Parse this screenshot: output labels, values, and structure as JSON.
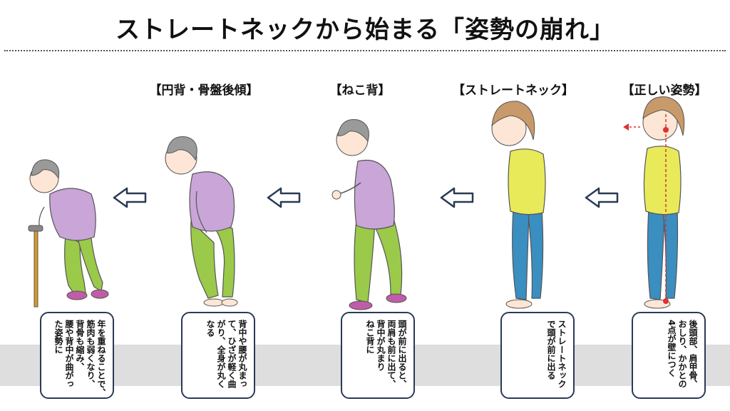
{
  "title": "ストレートネックから始まる「姿勢の崩れ」",
  "stages": [
    {
      "heading": "【円背・骨盤後傾】",
      "caption": "年を重ねることで、\n筋肉も弱くなり、\n背骨も縮み、\n腰や背中が曲がっ\nた姿勢に"
    },
    {
      "heading": "",
      "caption": "背中や腰が丸まっ\nて、ひざが軽く曲\nがり、全身が丸く\nなる"
    },
    {
      "heading": "【ねこ背】",
      "caption": "頭が前に出ると、\n両肩も前に出て、\n背中が丸まり\nねこ背に"
    },
    {
      "heading": "【ストレートネック】",
      "caption": "ストレートネック\nで頭が前に出る"
    },
    {
      "heading": "【正しい姿勢】",
      "caption": "後頭部、肩甲骨、\nおしり、かかとの\n4点が壁につく"
    }
  ],
  "colors": {
    "accent": "#2a3a55",
    "shirt_purple": "#c9a5d8",
    "pants_green": "#9bc94a",
    "shirt_yellow": "#e8ea5a",
    "pants_blue": "#3a8ec0",
    "hair_gray": "#9a9a9a",
    "hair_brown": "#c89a6a"
  }
}
